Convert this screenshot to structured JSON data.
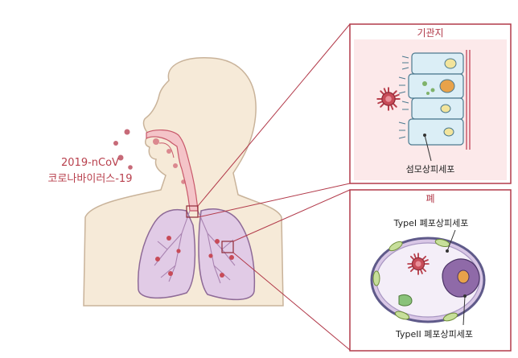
{
  "virus_label": {
    "line1": "2019-nCoV",
    "line2": "코로나바이러스-19"
  },
  "bronchus_panel": {
    "title": "기관지",
    "cell_label": "섬모상피세포"
  },
  "lung_panel": {
    "title": "폐",
    "type1_label": "TypeI 폐포상피세포",
    "type2_label": "TypeII 폐포상피세포"
  },
  "colors": {
    "frame": "#b23a4a",
    "virus": "#b8404d",
    "skin": "#f6ead8",
    "lung": "#e1cbe6",
    "mucosa": "#f4c4c8",
    "cell": "#dbeef6"
  }
}
